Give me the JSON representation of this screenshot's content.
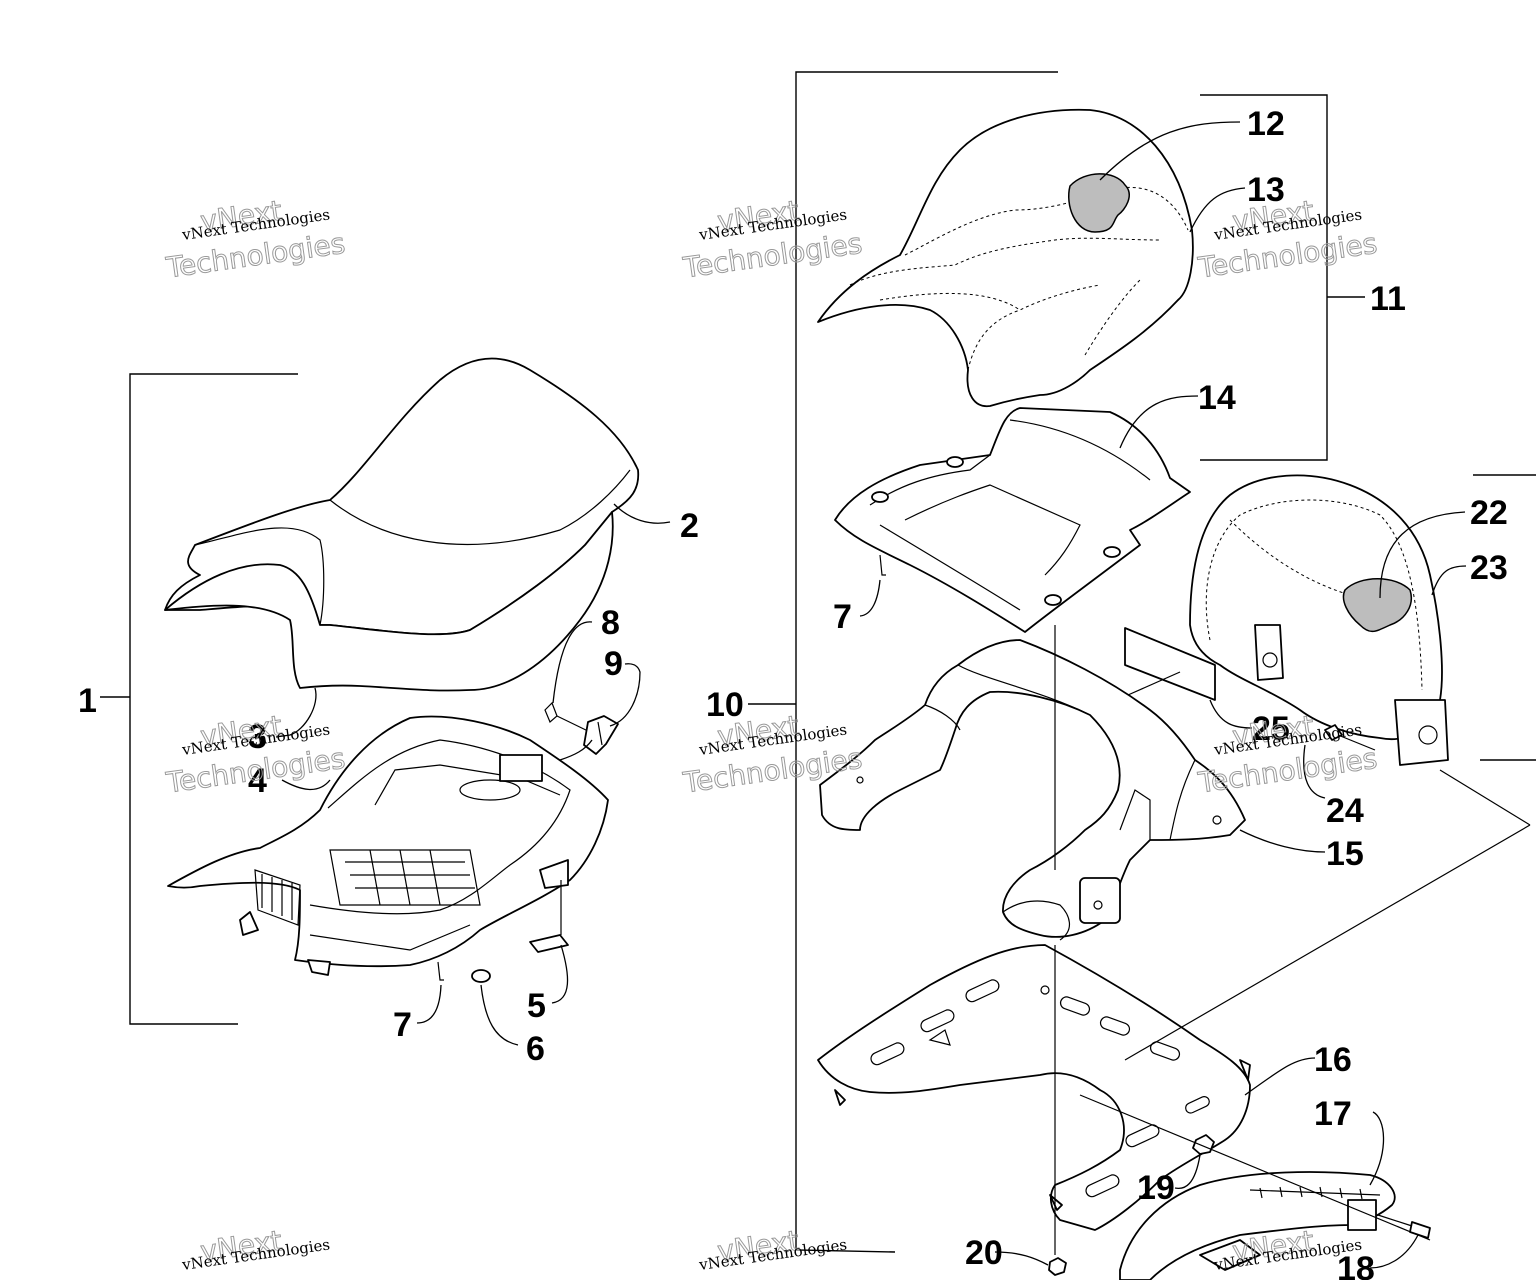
{
  "callouts": {
    "c1": "1",
    "c2": "2",
    "c3": "3",
    "c4": "4",
    "c5": "5",
    "c6": "6",
    "c7a": "7",
    "c7b": "7",
    "c8": "8",
    "c9": "9",
    "c10": "10",
    "c11": "11",
    "c12": "12",
    "c13": "13",
    "c14": "14",
    "c15": "15",
    "c16": "16",
    "c17": "17",
    "c18": "18",
    "c19": "19",
    "c20": "20",
    "c22": "22",
    "c23": "23",
    "c24": "24",
    "c25": "25"
  },
  "watermark": {
    "line_small": "vNext Technologies",
    "line_big_1": "vNext",
    "line_big_2": "Technologies"
  }
}
